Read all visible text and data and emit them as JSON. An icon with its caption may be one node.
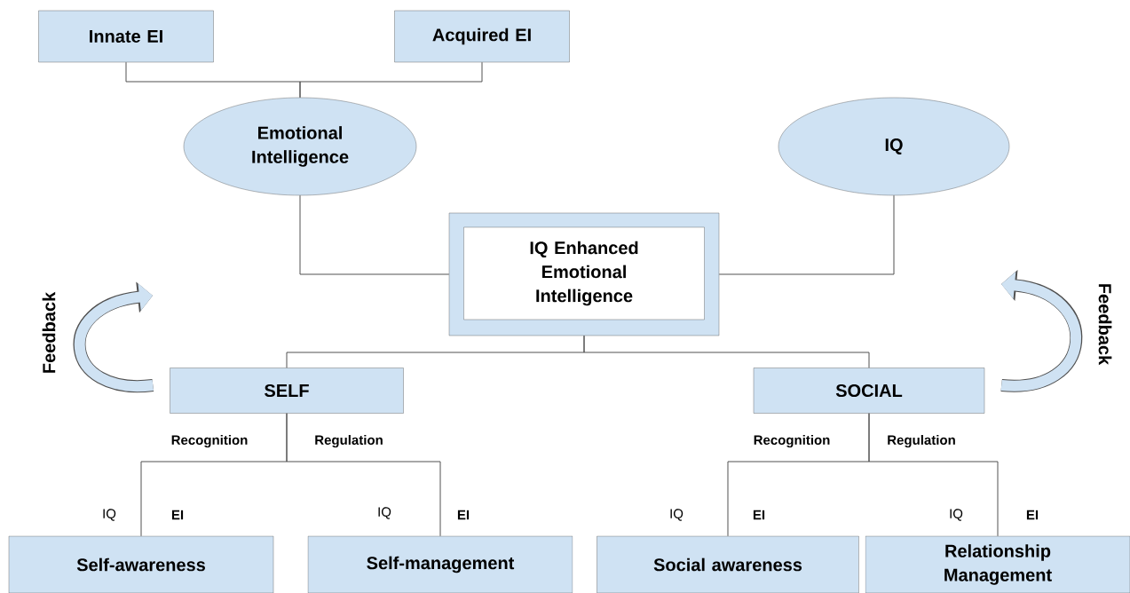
{
  "diagram": {
    "nodes": [
      {
        "text": [
          "Innate EI"
        ]
      },
      {
        "text": [
          "Acquired EI"
        ]
      },
      {
        "text": [
          "Emotional Intelligence"
        ]
      },
      {
        "text": [
          "IQ"
        ]
      },
      {
        "text": [
          "IQ Enhanced Emotional Intelligence"
        ]
      },
      {
        "text": [
          "SELF"
        ]
      },
      {
        "text": [
          "SOCIAL"
        ]
      },
      {
        "text": [
          "Self-awareness"
        ]
      },
      {
        "text": [
          "Self-management"
        ]
      },
      {
        "text": [
          "Social awareness"
        ]
      },
      {
        "text": [
          "Relationship Management"
        ]
      }
    ],
    "edges": [
      {
        "from": 0,
        "to": 2,
        "arrow": "none"
      },
      {
        "from": 1,
        "to": 2,
        "arrow": "none"
      },
      {
        "from": 2,
        "to": 4,
        "arrow": "none"
      },
      {
        "from": 3,
        "to": 4,
        "arrow": "none"
      },
      {
        "from": 4,
        "to": 5,
        "arrow": "none"
      },
      {
        "from": 4,
        "to": 6,
        "arrow": "none"
      },
      {
        "from": 5,
        "to": 7,
        "arrow": "none"
      },
      {
        "from": 5,
        "to": 8,
        "arrow": "none"
      },
      {
        "from": 6,
        "to": 9,
        "arrow": "none"
      },
      {
        "from": 6,
        "to": 10,
        "arrow": "none"
      },
      {
        "from": 5,
        "to": null,
        "arrow": "to",
        "style": "thick",
        "label": "Feedback"
      },
      {
        "from": 6,
        "to": null,
        "arrow": "to",
        "style": "thick",
        "label": "Feedback"
      }
    ],
    "labels": [
      "Recognition",
      "Regulation",
      "Recognition",
      "Regulation",
      "IQ",
      "EI",
      "IQ",
      "EI",
      "IQ",
      "EI",
      "IQ",
      "EI"
    ]
  }
}
